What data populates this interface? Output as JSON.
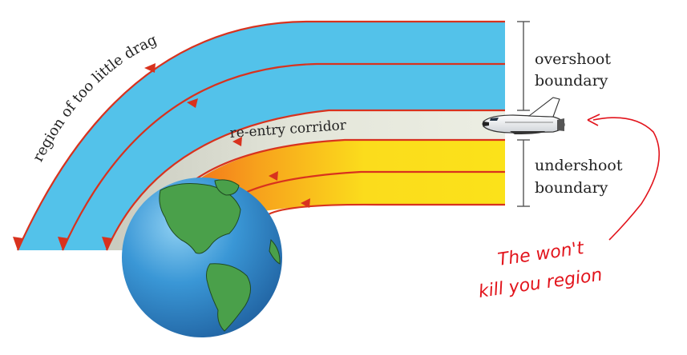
{
  "labels": {
    "too_little_drag": "region of too little drag",
    "corridor": "re-entry corridor",
    "overshoot_line1": "overshoot",
    "overshoot_line2": "boundary",
    "undershoot_line1": "undershoot",
    "undershoot_line2": "boundary"
  },
  "annotation": {
    "line1": "The won't",
    "line2": "kill you region"
  },
  "colors": {
    "blue_band": "#53c2ea",
    "corridor": "#e4e6da",
    "yellow_band": "#fbe21a",
    "orange_band": "#f36a1c",
    "trajectory_red": "#d8321e",
    "annotation_red": "#e2141c",
    "ocean": "#2f86c9",
    "land": "#4aa04a"
  }
}
